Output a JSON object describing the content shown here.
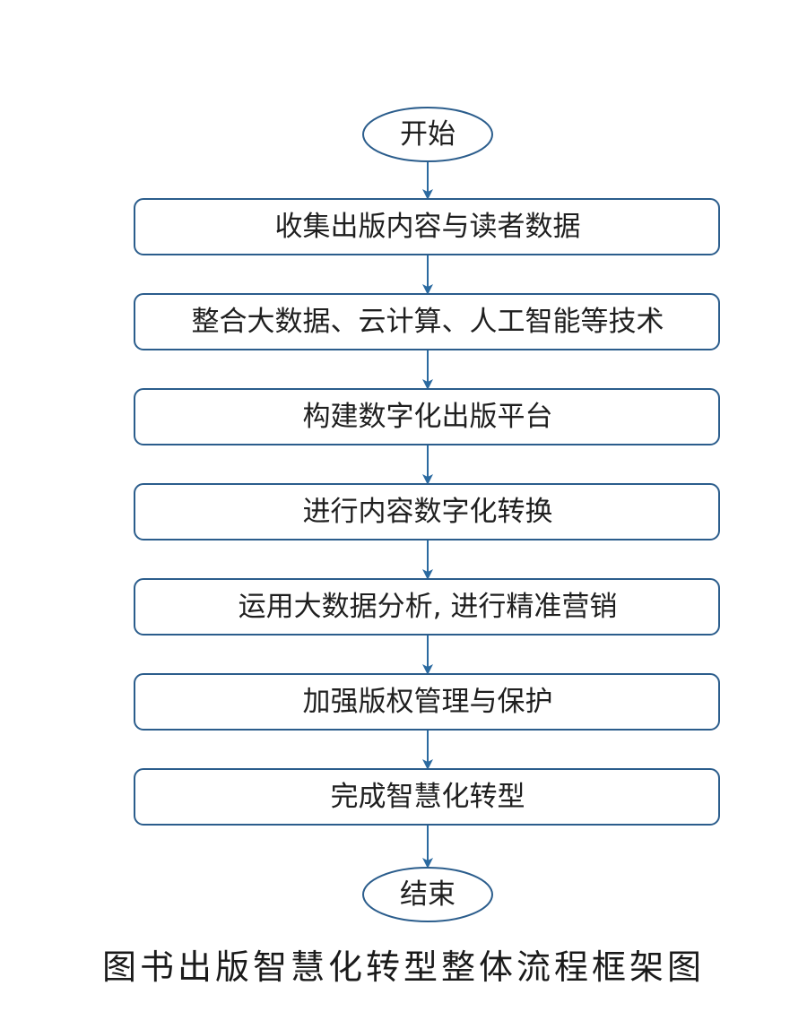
{
  "diagram": {
    "nodes": [
      {
        "id": "start",
        "shape": "ellipse",
        "label": "开始"
      },
      {
        "id": "step1",
        "shape": "rounded-rect",
        "label": "收集出版内容与读者数据"
      },
      {
        "id": "step2",
        "shape": "rounded-rect",
        "label": "整合大数据、云计算、人工智能等技术"
      },
      {
        "id": "step3",
        "shape": "rounded-rect",
        "label": "构建数字化出版平台"
      },
      {
        "id": "step4",
        "shape": "rounded-rect",
        "label": "进行内容数字化转换"
      },
      {
        "id": "step5",
        "shape": "rounded-rect",
        "label": "运用大数据分析, 进行精准营销"
      },
      {
        "id": "step6",
        "shape": "rounded-rect",
        "label": "加强版权管理与保护"
      },
      {
        "id": "step7",
        "shape": "rounded-rect",
        "label": "完成智慧化转型"
      },
      {
        "id": "end",
        "shape": "ellipse",
        "label": "结束"
      }
    ],
    "edges": [
      {
        "from": "start",
        "to": "step1"
      },
      {
        "from": "step1",
        "to": "step2"
      },
      {
        "from": "step2",
        "to": "step3"
      },
      {
        "from": "step3",
        "to": "step4"
      },
      {
        "from": "step4",
        "to": "step5"
      },
      {
        "from": "step5",
        "to": "step6"
      },
      {
        "from": "step6",
        "to": "step7"
      },
      {
        "from": "step7",
        "to": "end"
      }
    ],
    "caption": "图书出版智慧化转型整体流程框架图",
    "colors": {
      "stroke": "#2b5d8c",
      "arrow": "#2b6aa0",
      "text": "#1f1f1f"
    }
  }
}
